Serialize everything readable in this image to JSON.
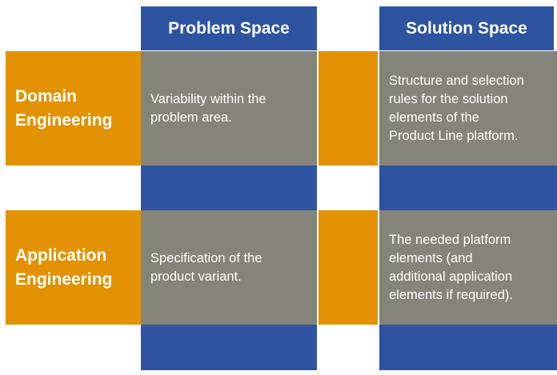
{
  "title": "Product Line Engineering matrix diagram",
  "colors": {
    "header_blue": "#2E54A1",
    "label_orange": "#E29200",
    "cell_gray": "#85847A",
    "text_white": "#FFFFFF",
    "background": "#FFFFFF"
  },
  "headers": {
    "problem": "Problem Space",
    "solution": "Solution Space"
  },
  "rows": [
    {
      "label": "Domain\nEngineering",
      "problem_text": "Variability within the\nproblem area.",
      "solution_text": "Structure and selection\nrules for the solution\nelements of the\nProduct Line platform."
    },
    {
      "label": "Application\nEngineering",
      "problem_text": "Specification of the\nproduct variant.",
      "solution_text": "The needed platform\nelements (and\nadditional application\nelements if required)."
    }
  ]
}
